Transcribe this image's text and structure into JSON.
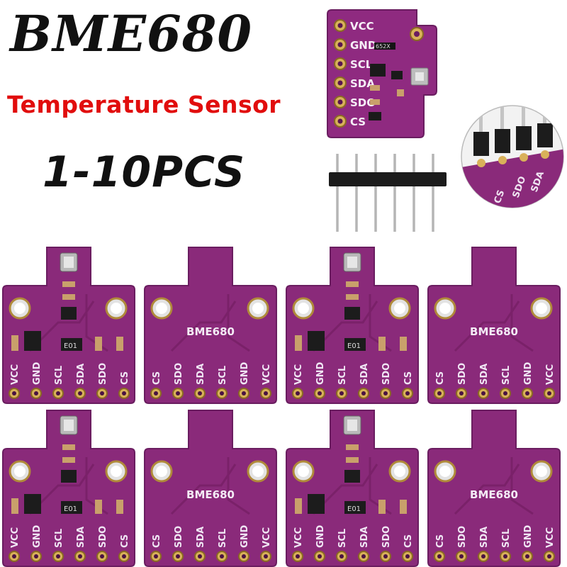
{
  "title": "BME680",
  "subtitle": "Temperature Sensor",
  "quantity": "1-10PCS",
  "hero_board": {
    "pins": [
      "VCC",
      "GND",
      "SCL",
      "SDA",
      "SDO",
      "CS"
    ],
    "chip_code": "652X"
  },
  "zoom_pins": [
    "CS",
    "SDO",
    "SDA"
  ],
  "boards": {
    "front_pins": [
      "VCC",
      "GND",
      "SCL",
      "SDA",
      "SDO",
      "CS"
    ],
    "back_pins": [
      "CS",
      "SDO",
      "SDA",
      "SCL",
      "GND",
      "VCC"
    ],
    "back_label": "BME680",
    "front_chip_code": "E01"
  },
  "colors": {
    "board": "#8a2a7a",
    "board_dark": "#6d1f62",
    "headline": "#111111",
    "subtitle": "#e10d0d"
  }
}
